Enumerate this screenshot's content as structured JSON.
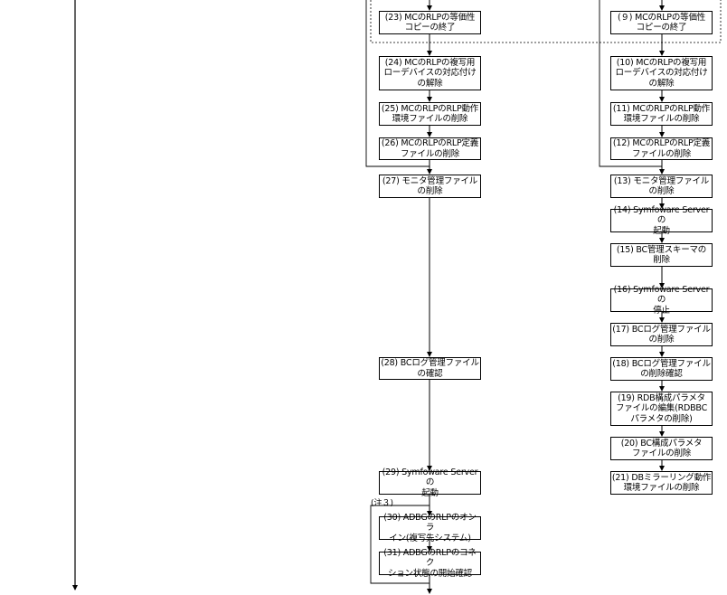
{
  "left_column": {
    "steps": [
      {
        "id": "23",
        "label": "(23) MCのRLPの等価性\nコピーの終了"
      },
      {
        "id": "24",
        "label": "(24) MCのRLPの複写用\nローデバイスの対応付け\nの解除"
      },
      {
        "id": "25",
        "label": "(25) MCのRLPのRLP動作\n環境ファイルの削除"
      },
      {
        "id": "26",
        "label": "(26) MCのRLPのRLP定義\nファイルの削除"
      },
      {
        "id": "27",
        "label": "(27) モニタ管理ファイル\nの削除"
      },
      {
        "id": "28",
        "label": "(28) BCログ管理ファイル\nの確認"
      },
      {
        "id": "29",
        "label": "(29) Symfoware Serverの\n起動"
      },
      {
        "id": "30",
        "label": "(30) ADBGのRLPのオンラ\nイン(複写先システム)"
      },
      {
        "id": "31",
        "label": "(31) ADBGのRLPのコネク\nション状態の開始確認"
      }
    ],
    "note": "(注３)"
  },
  "right_column": {
    "steps": [
      {
        "id": "9",
        "label": "(９) MCのRLPの等価性\nコピーの終了"
      },
      {
        "id": "10",
        "label": "(10) MCのRLPの複写用\nローデバイスの対応付け\nの解除"
      },
      {
        "id": "11",
        "label": "(11) MCのRLPのRLP動作\n環境ファイルの削除"
      },
      {
        "id": "12",
        "label": "(12) MCのRLPのRLP定義\nファイルの削除"
      },
      {
        "id": "13",
        "label": "(13) モニタ管理ファイル\nの削除"
      },
      {
        "id": "14",
        "label": "(14) Symfoware Serverの\n起動"
      },
      {
        "id": "15",
        "label": "(15) BC管理スキーマの\n削除"
      },
      {
        "id": "16",
        "label": "(16) Symfoware Serverの\n停止"
      },
      {
        "id": "17",
        "label": "(17) BCログ管理ファイル\nの削除"
      },
      {
        "id": "18",
        "label": "(18) BCログ管理ファイル\nの削除確認"
      },
      {
        "id": "19",
        "label": "(19) RDB構成パラメタ\nファイルの編集(RDBBC\nパラメタの削除)"
      },
      {
        "id": "20",
        "label": "(20) BC構成パラメタ\nファイルの削除"
      },
      {
        "id": "21",
        "label": "(21) DBミラーリング動作\n環境ファイルの削除"
      }
    ]
  }
}
